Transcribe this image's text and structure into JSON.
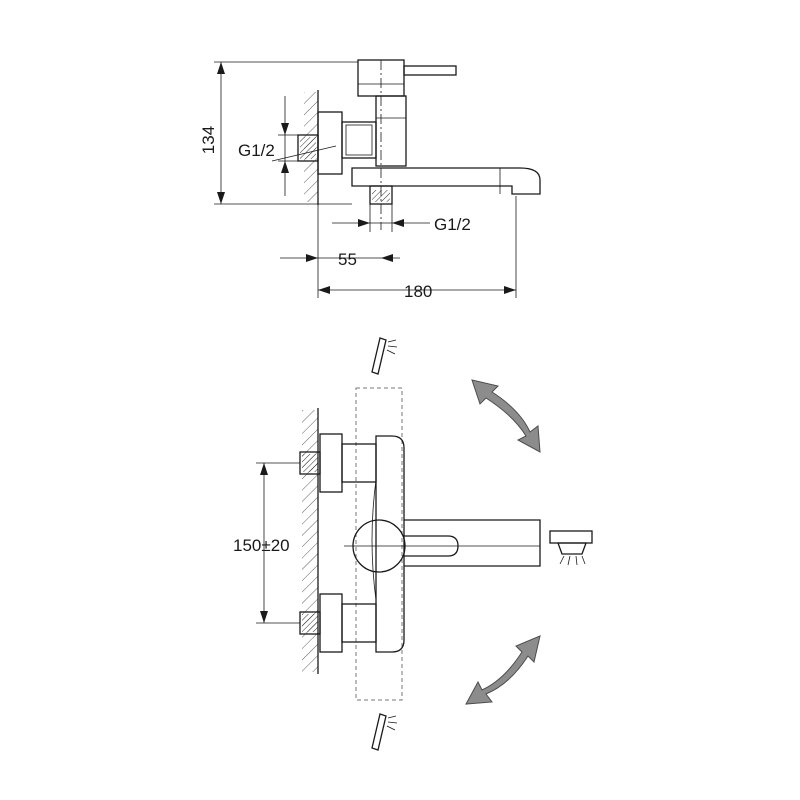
{
  "dimensions": {
    "height_134": "134",
    "inlet_g12_left": "G1/2",
    "outlet_g12": "G1/2",
    "offset_55": "55",
    "spout_180": "180",
    "centers_150": "150±20"
  },
  "colors": {
    "line": "#1a1a1a",
    "rotation_arrow": "#8c8c8c"
  },
  "icons": [
    "hand-shower-icon",
    "rotation-arrow-icon",
    "shower-head-icon",
    "hatched-wall-icon"
  ]
}
